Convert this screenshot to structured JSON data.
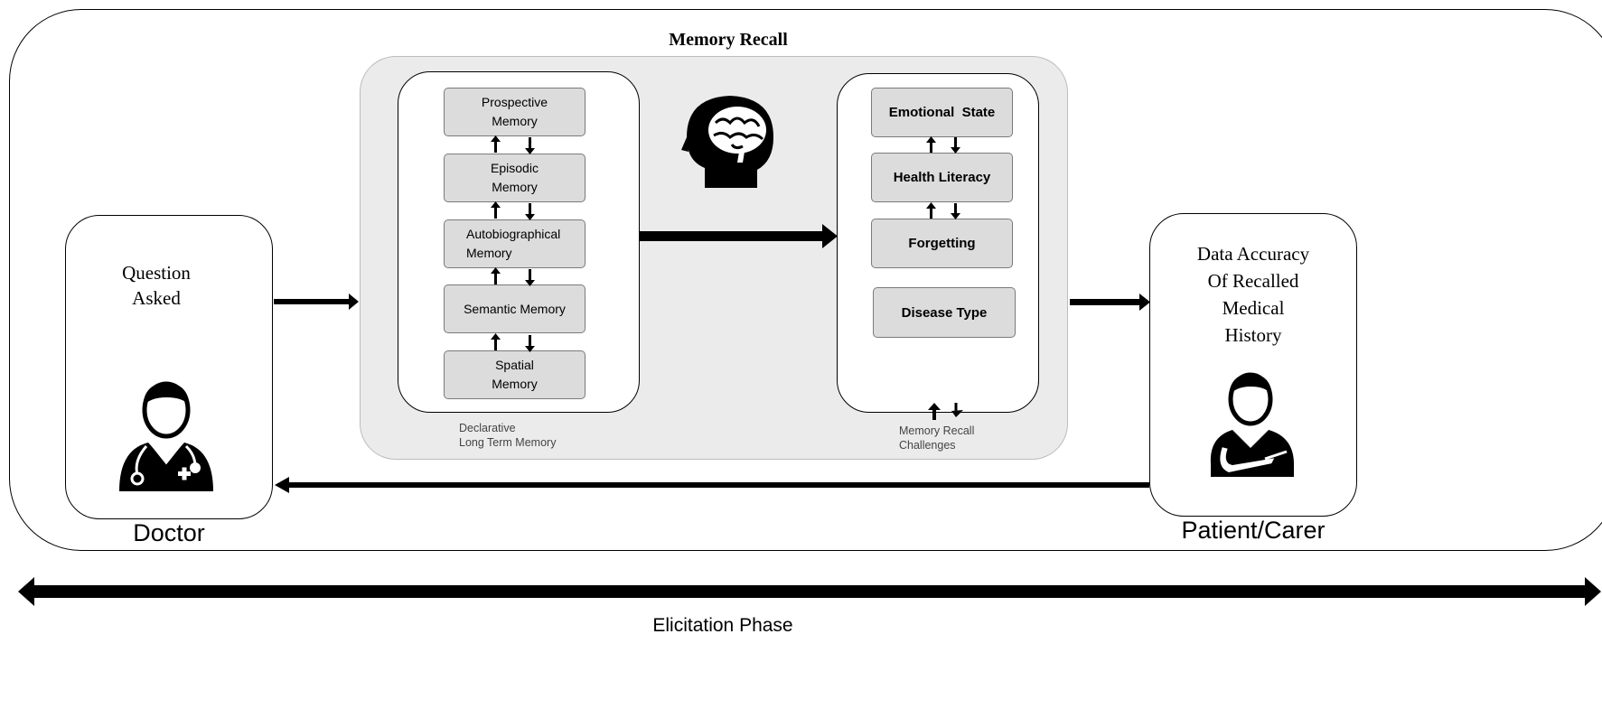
{
  "title": "Memory Recall",
  "doctor": {
    "question": "Question\nAsked",
    "label": "Doctor"
  },
  "patient": {
    "result": "Data Accuracy\nOf Recalled\nMedical\nHistory",
    "label": "Patient/Carer"
  },
  "declarative": {
    "caption": "Declarative\nLong Term Memory",
    "items": [
      "Prospective\nMemory",
      "Episodic\nMemory",
      "Autobiographical\nMemory",
      "Semantic Memory",
      "Spatial\nMemory"
    ]
  },
  "challenges": {
    "caption": "Memory Recall\nChallenges",
    "items": [
      "Emotional  State",
      "Health Literacy",
      "Forgetting",
      "Disease Type"
    ]
  },
  "phase_label": "Elicitation Phase",
  "icons": [
    "doctor-icon",
    "brain-head-icon",
    "patient-icon"
  ]
}
